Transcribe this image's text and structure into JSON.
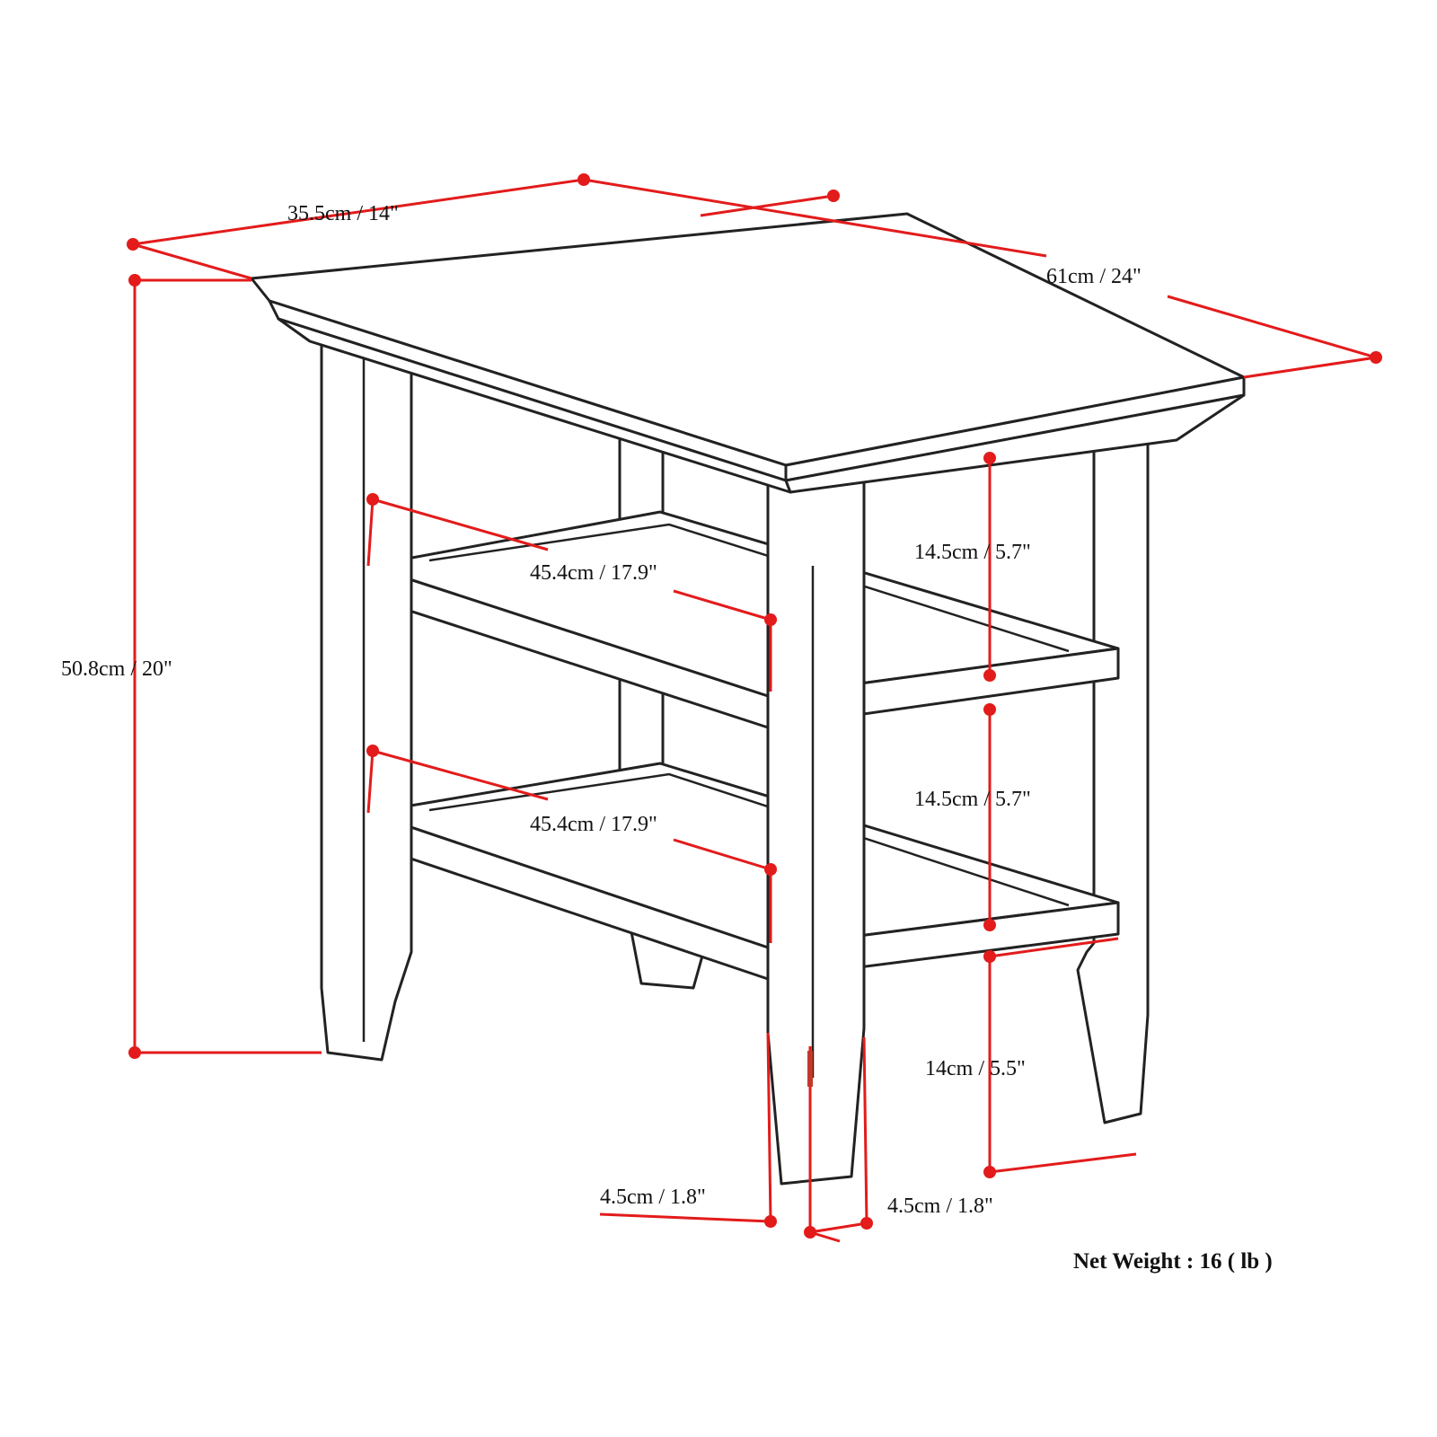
{
  "dimensions": {
    "top_depth": "35.5cm / 14\"",
    "top_width": "61cm / 24\"",
    "overall_height": "50.8cm / 20\"",
    "upper_shelf_width": "45.4cm / 17.9\"",
    "lower_shelf_width": "45.4cm / 17.9\"",
    "upper_shelf_gap": "14.5cm / 5.7\"",
    "lower_shelf_gap": "14.5cm / 5.7\"",
    "floor_clearance": "14cm / 5.5\"",
    "leg_depth": "4.5cm / 1.8\"",
    "leg_width": "4.5cm / 1.8\""
  },
  "net_weight": "Net Weight : 16 ( lb )",
  "colors": {
    "dimension_line": "#e31b1b",
    "outline": "#222222",
    "background": "#ffffff"
  }
}
